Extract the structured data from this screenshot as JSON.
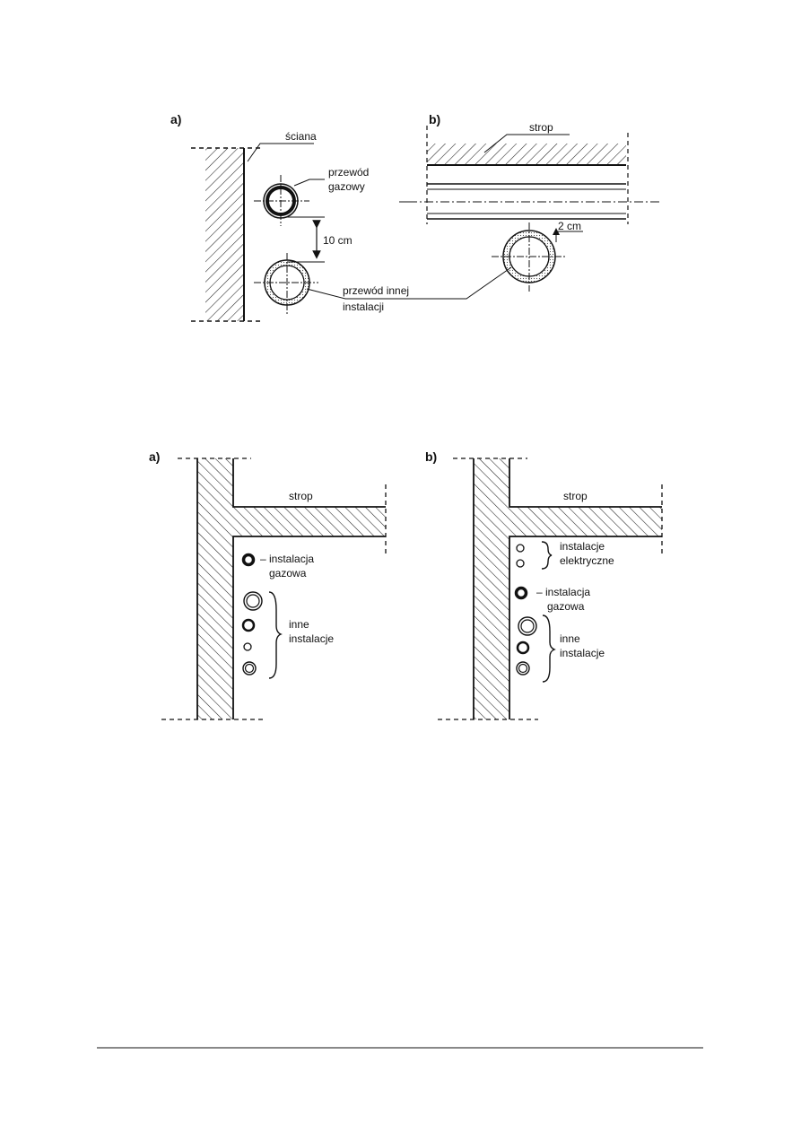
{
  "figure1": {
    "panel_a": "a)",
    "panel_b": "b)",
    "sciana": "ściana",
    "przewod_gazowy_1": "przewód",
    "przewod_gazowy_2": "gazowy",
    "distance_a": "10 cm",
    "strop": "strop",
    "distance_b": "2 cm",
    "przewod_innej_1": "przewód innej",
    "przewod_innej_2": "instalacji"
  },
  "figure2": {
    "panel_a": "a)",
    "panel_b": "b)",
    "a": {
      "strop": "strop",
      "gaz_1": "– instalacja",
      "gaz_2": "gazowa",
      "inne_1": "inne",
      "inne_2": "instalacje"
    },
    "b": {
      "strop": "strop",
      "elek_1": "instalacje",
      "elek_2": "elektryczne",
      "gaz_1": "– instalacja",
      "gaz_2": "gazowa",
      "inne_1": "inne",
      "inne_2": "instalacje"
    }
  },
  "colors": {
    "ink": "#111111",
    "paper": "#ffffff"
  }
}
